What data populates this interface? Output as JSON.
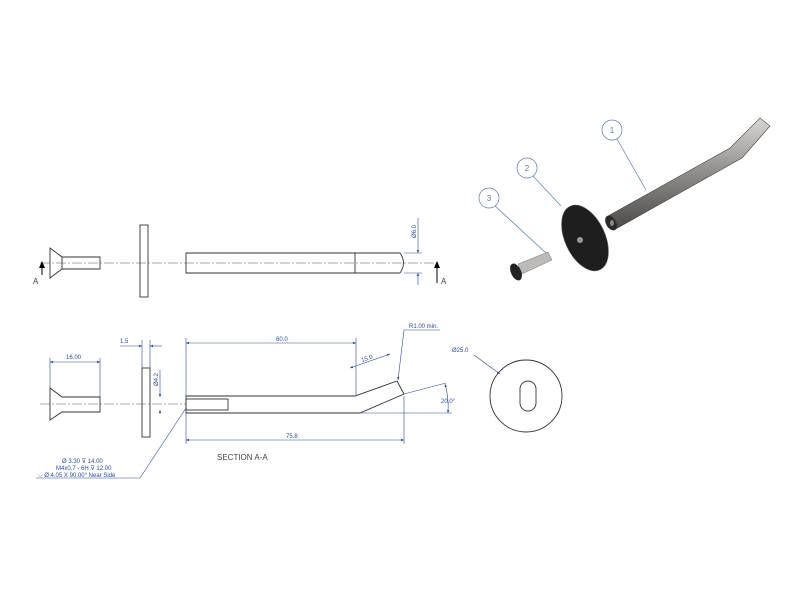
{
  "section_labels": {
    "left_a": "A",
    "right_a": "A",
    "section_title": "SECTION A-A"
  },
  "dimensions": {
    "rod_diameter": "Ø6.0",
    "screw_length": "16.00",
    "washer_thickness": "1.5",
    "washer_hole": "Ø4.2",
    "straight_length": "60.0",
    "bend_length": "15.0",
    "bend_radius": "R1.00 min.",
    "bend_angle": "20.0°",
    "overall_length": "75.8",
    "washer_diameter": "Ø25.0"
  },
  "hole_notes": [
    "Ø 3.30 ⊽ 14.00",
    "M4x0.7 - 6H ⊽ 12.00",
    "⌵ Ø 4.05 X 90.00° Near Side"
  ],
  "balloons": [
    "1",
    "2",
    "3"
  ],
  "colors": {
    "dimension": "#2a4a9a",
    "line": "#333333",
    "balloon": "#5a7ab0"
  }
}
